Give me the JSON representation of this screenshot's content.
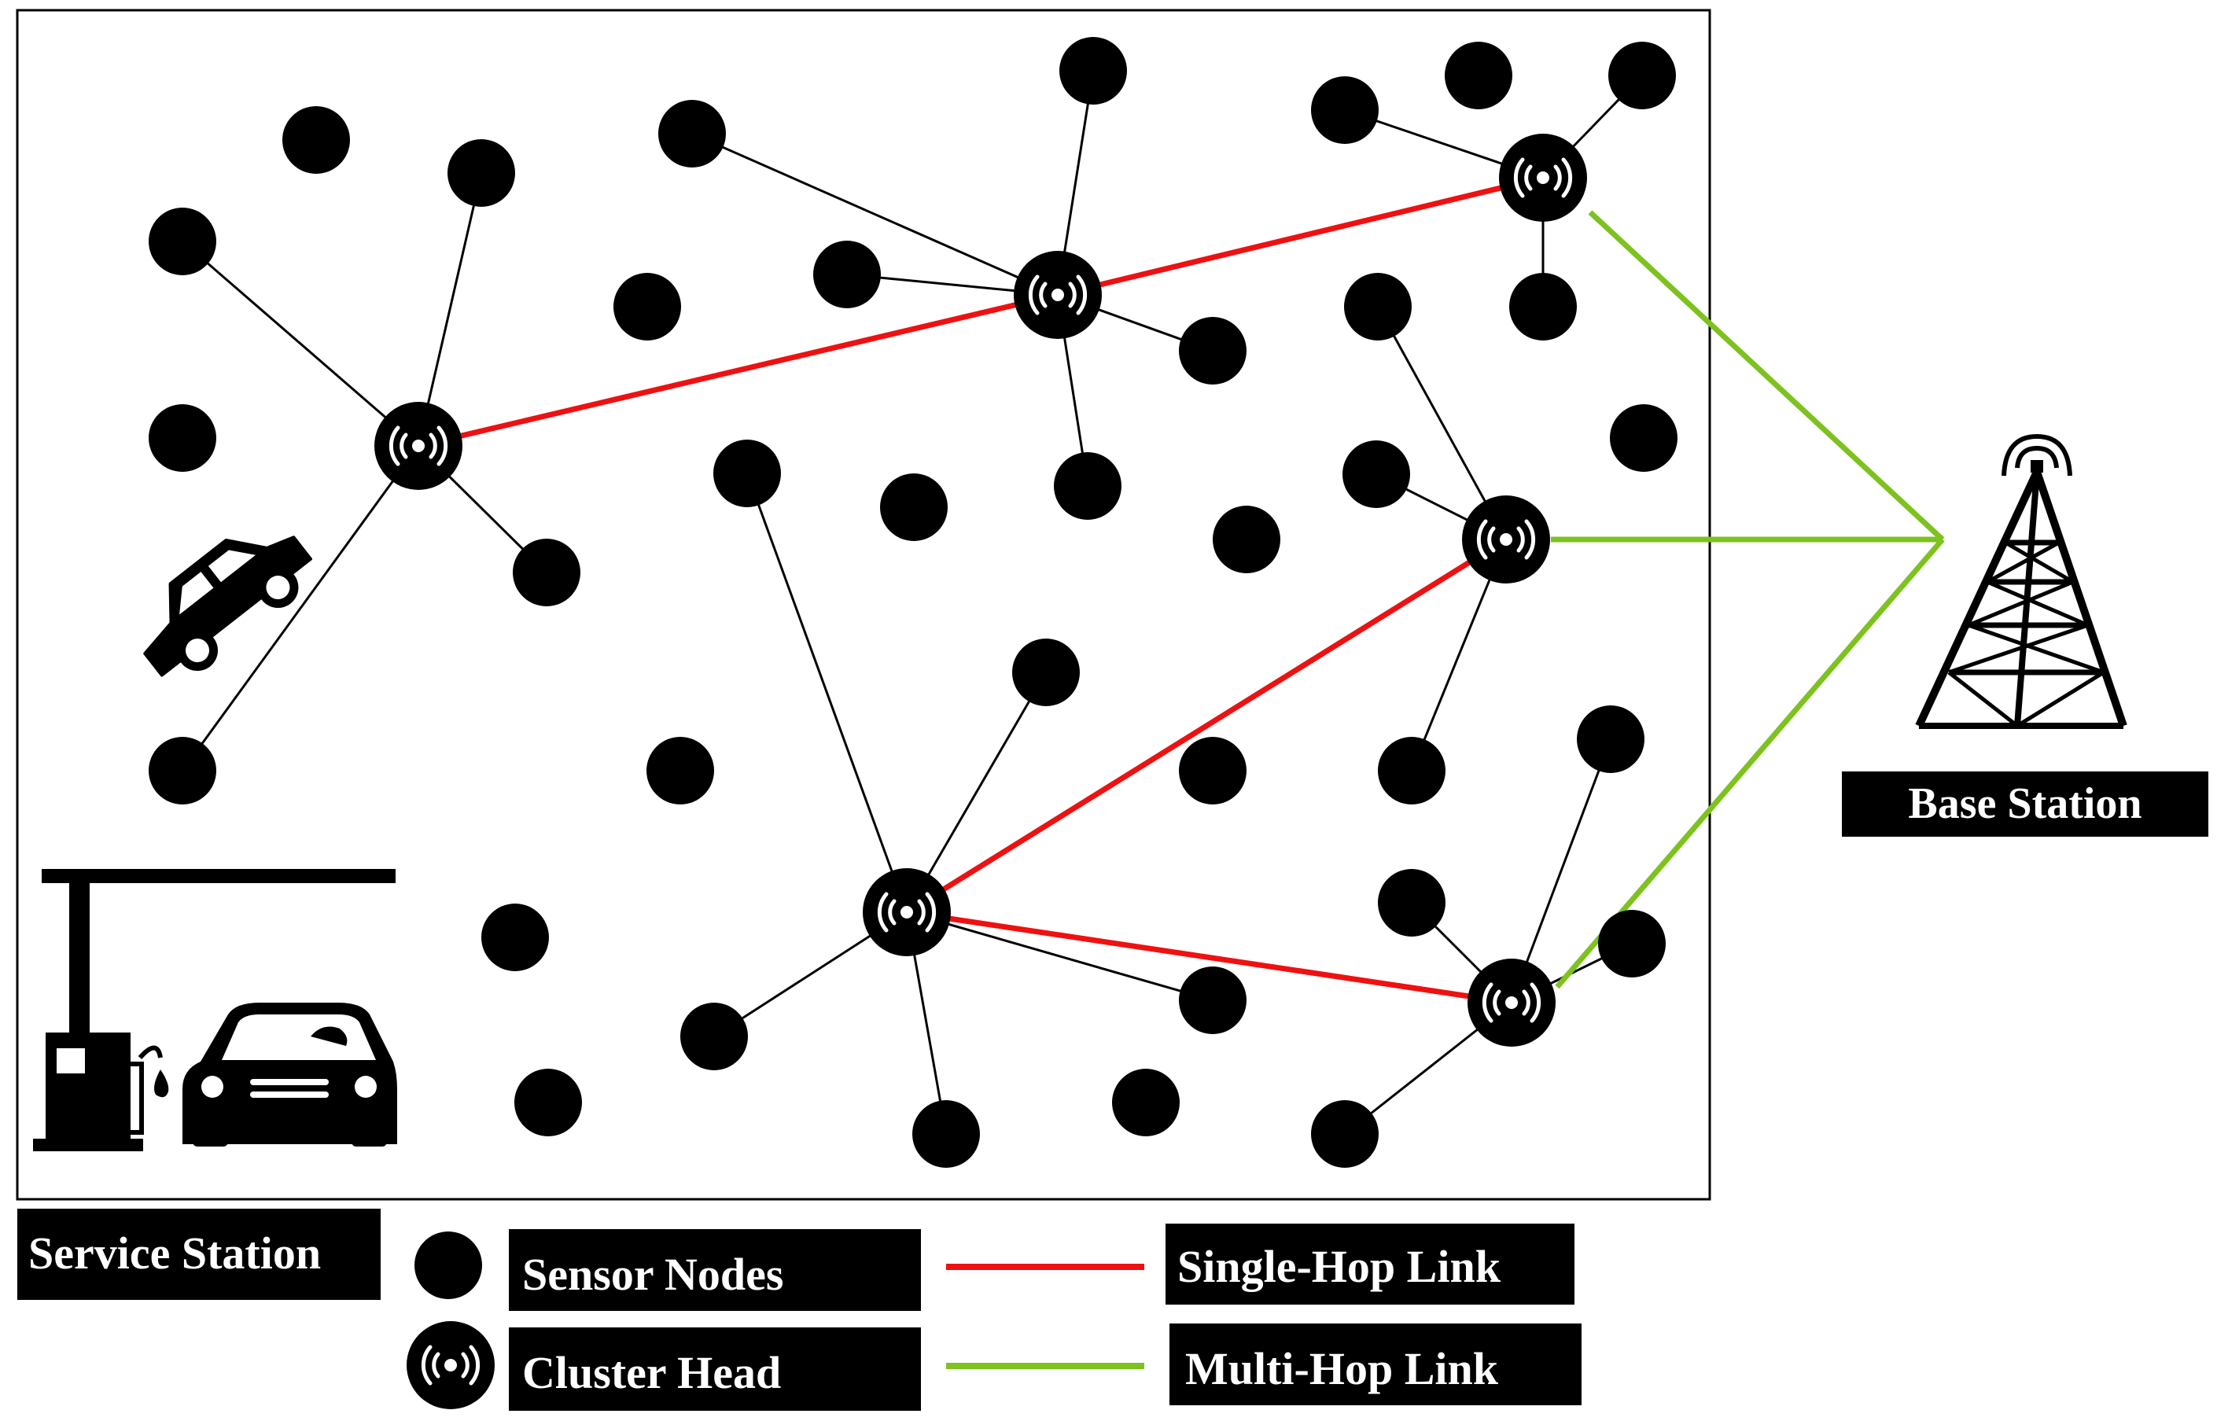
{
  "labels": {
    "base_station": "Base Station",
    "service_station": "Service Station"
  },
  "legend": {
    "sensor_nodes": "Sensor Nodes",
    "cluster_head": "Cluster Head",
    "single_hop": "Single-Hop Link",
    "multi_hop": "Multi-Hop Link"
  },
  "colors": {
    "single_hop": "#ee1111",
    "multi_hop": "#7dc21e",
    "node": "#000000",
    "background": "#ffffff"
  },
  "icons": [
    "sensor-node-icon",
    "cluster-head-icon",
    "car-icon",
    "fuel-pump-icon",
    "tower-icon"
  ]
}
